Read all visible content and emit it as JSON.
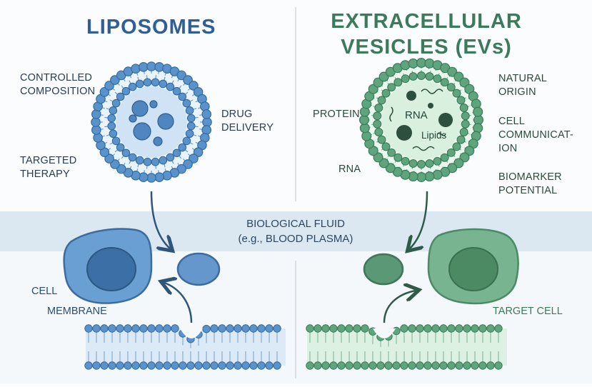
{
  "liposomes": {
    "title": "LIPOSOMES",
    "labels": {
      "controlled": [
        "CONTROLLED",
        "COMPOSITION"
      ],
      "drug": [
        "DRUG",
        "DELIVERY"
      ],
      "targeted": [
        "TARGETED",
        "THERAPY"
      ]
    },
    "cell_label": "CELL",
    "membrane_label": "MEMBRANE"
  },
  "evs": {
    "title": [
      "EXTRACELLULAR",
      "VESICLES (EVs)"
    ],
    "labels": {
      "protein": "PROTEIN",
      "rna_outer": "RNA",
      "natural": [
        "NATURAL",
        "ORIGIN"
      ],
      "communication": [
        "CELL",
        "COMMUNICAT-",
        "ION"
      ],
      "biomarker": [
        "BIOMARKER",
        "POTENTIAL"
      ]
    },
    "inner": {
      "rna": "RNA",
      "lipids": "Lipids"
    },
    "target_cell_label": "TARGET CELL"
  },
  "fluid": {
    "line1": "BIOLOGICAL FLUID",
    "line2": "(e.g., BLOOD PLASMA)"
  },
  "colors": {
    "blue_dark": "#3a76b0",
    "blue_light": "#cfe3f5",
    "green_dark": "#4f9a72",
    "green_light": "#d8f0dd",
    "fluid_band": "#dbe8f2"
  }
}
